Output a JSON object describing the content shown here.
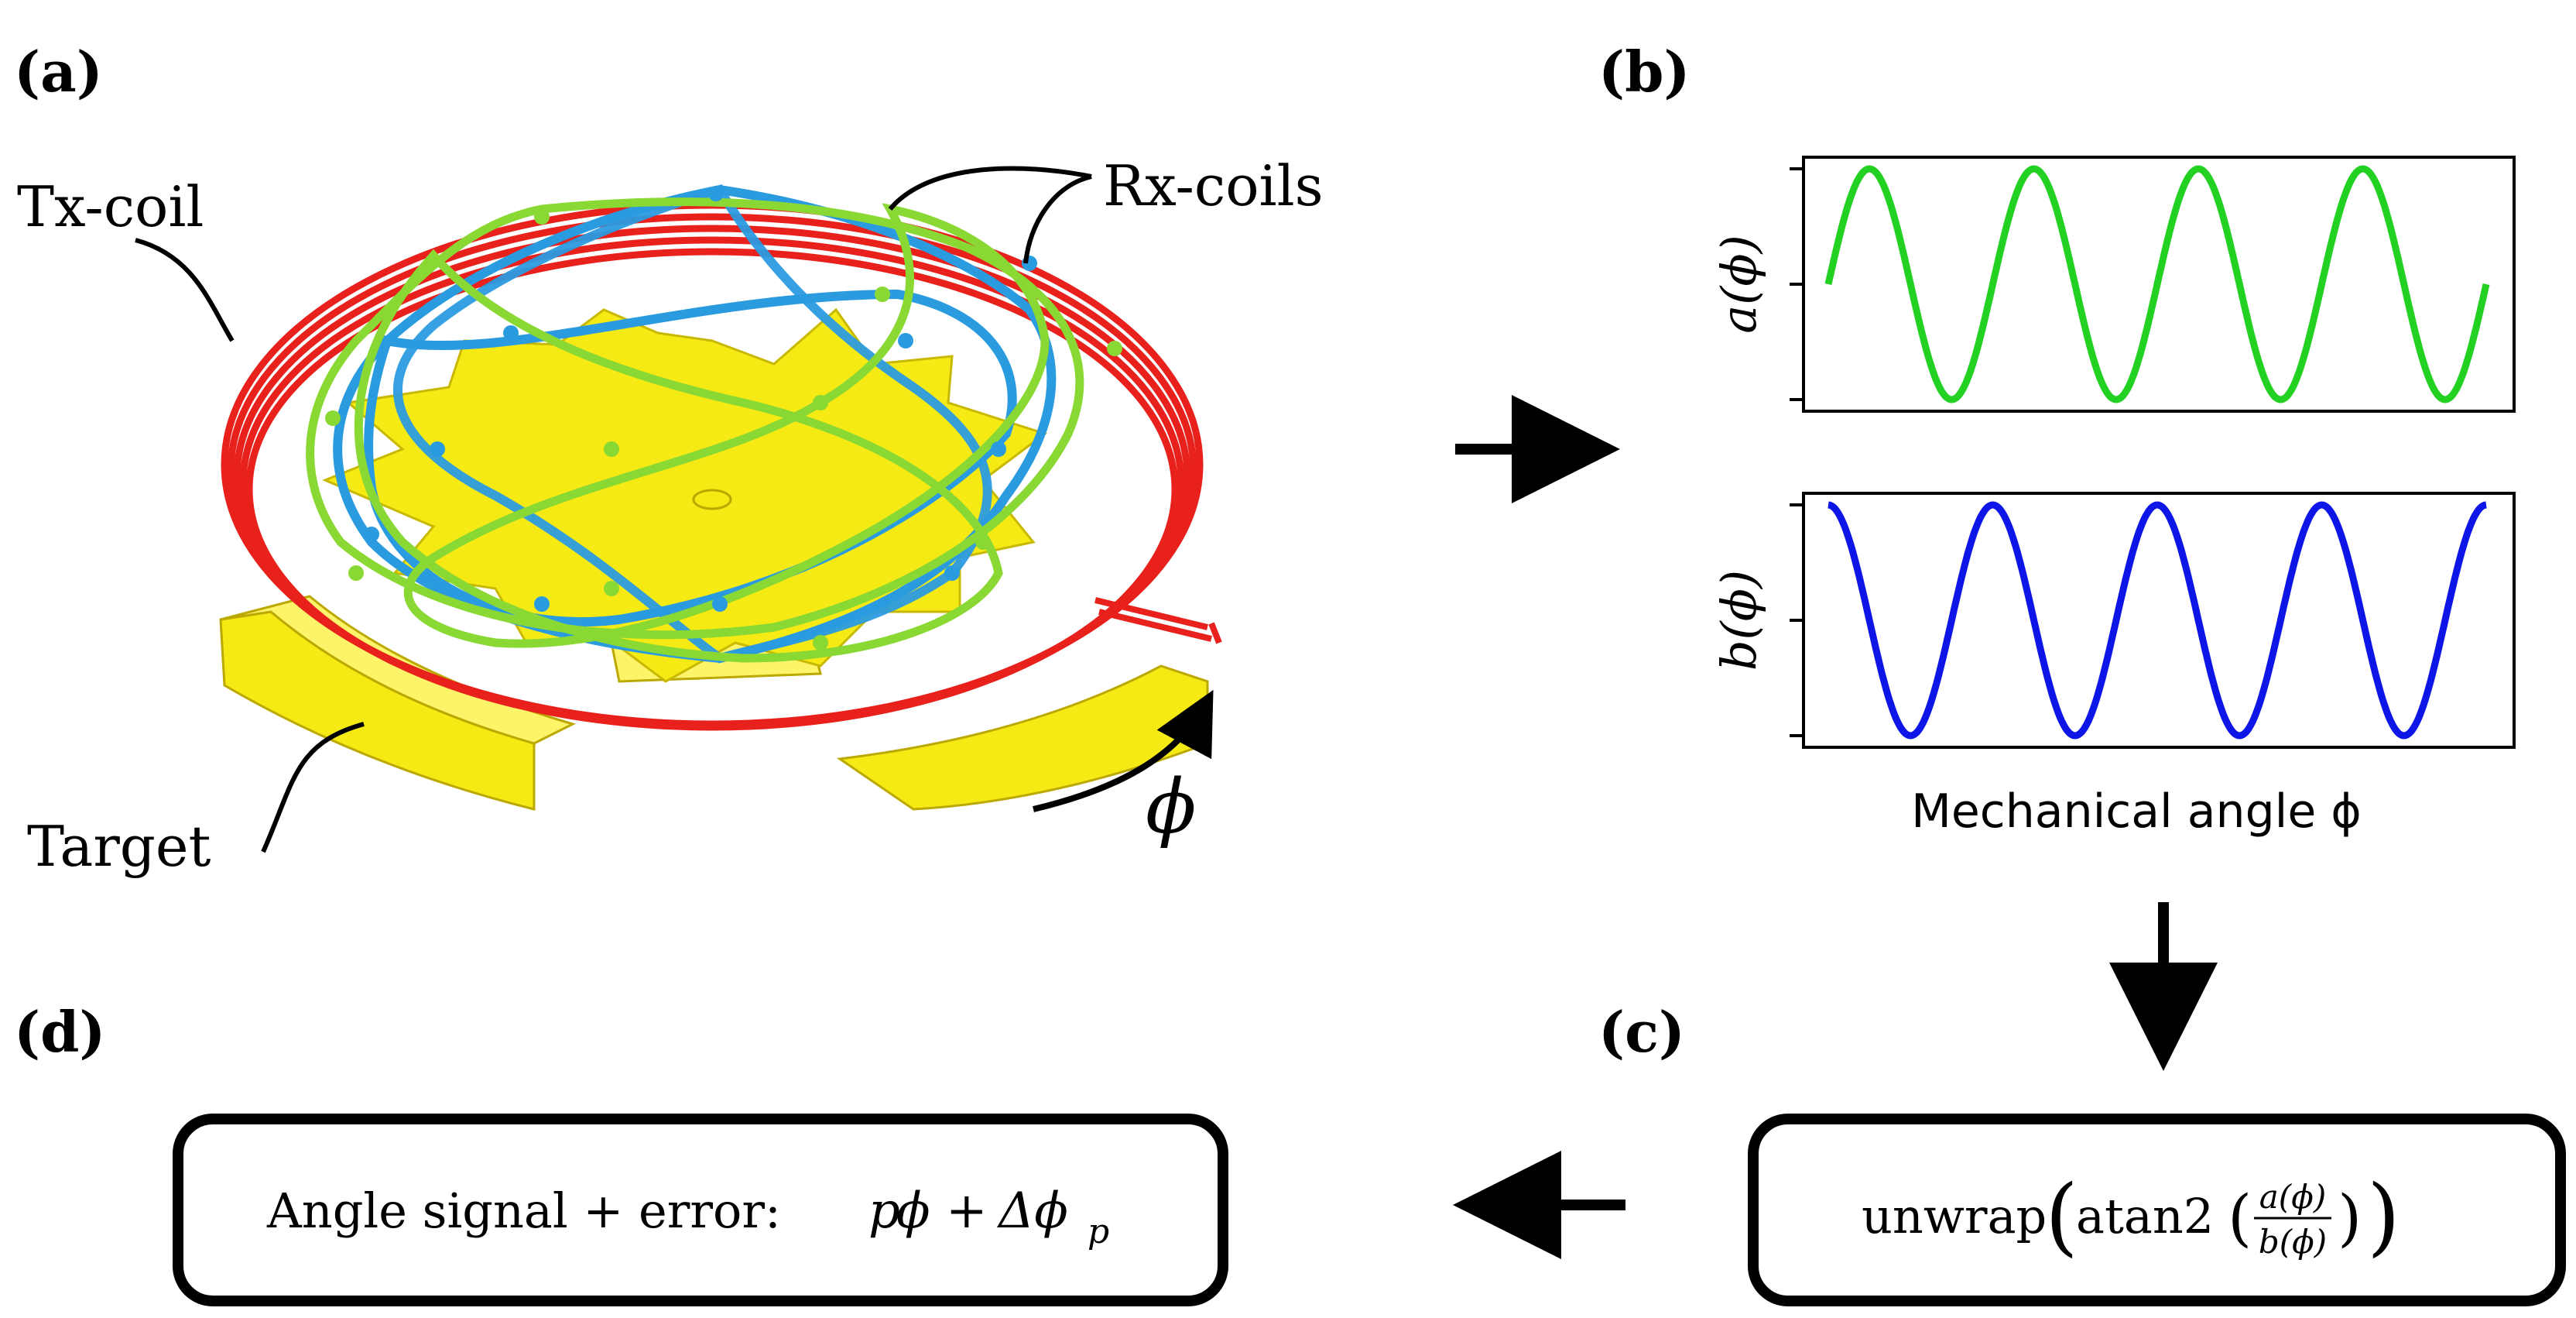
{
  "panels": {
    "a": {
      "label": "(a)",
      "tx_coil": "Tx-coil",
      "rx_coils": "Rx-coils",
      "target": "Target",
      "angle_symbol": "ϕ"
    },
    "b": {
      "label": "(b)",
      "top_ylabel": "a(ϕ)",
      "bottom_ylabel": "b(ϕ)",
      "xlabel": "Mechanical angle ϕ"
    },
    "c": {
      "label": "(c)",
      "formula_prefix": "unwrap",
      "formula_fn": "atan2",
      "frac_num": "a(ϕ)",
      "frac_den": "b(ϕ)"
    },
    "d": {
      "label": "(d)",
      "text": "Angle signal + error:",
      "formula_p": "p",
      "formula_phi": "ϕ",
      "formula_plus": "+",
      "formula_delta": "Δϕ",
      "formula_sub": "p"
    }
  },
  "colors": {
    "tx": "#e8211c",
    "rx1": "#2b9be0",
    "rx2": "#8ad834",
    "target": "#f6ea14",
    "target_dark": "#d9cc0a",
    "green_curve": "#22d122",
    "blue_curve": "#0d16e6",
    "ink": "#000000"
  },
  "chart_data": [
    {
      "type": "line",
      "ylabel": "a(ϕ)",
      "xlabel": "",
      "periods": 4,
      "phase": "sine",
      "ylim": [
        -1,
        1
      ],
      "grid": false,
      "series": [
        {
          "function": "sin",
          "cycles": 4,
          "color": "#22d122"
        }
      ]
    },
    {
      "type": "line",
      "ylabel": "b(ϕ)",
      "xlabel": "Mechanical angle ϕ",
      "periods": 4,
      "phase": "cosine",
      "ylim": [
        -1,
        1
      ],
      "grid": false,
      "series": [
        {
          "function": "cos",
          "cycles": 4,
          "color": "#0d16e6"
        }
      ]
    }
  ],
  "icons": [
    "arrow-right-icon",
    "arrow-down-icon",
    "arrow-left-icon",
    "rotation-arrow-icon"
  ]
}
